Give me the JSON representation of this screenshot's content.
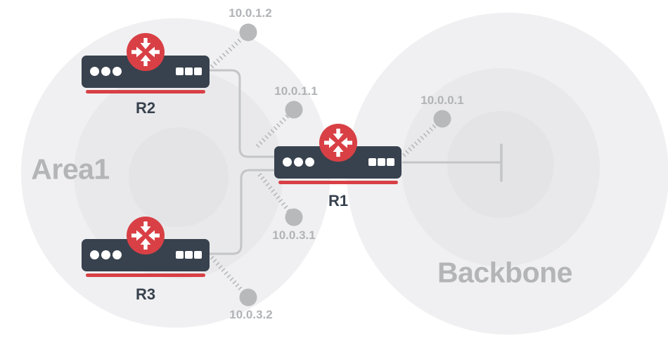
{
  "areas": [
    {
      "id": "area1",
      "label": "Area1"
    },
    {
      "id": "backbone",
      "label": "Backbone"
    }
  ],
  "routers": [
    {
      "id": "r1",
      "label": "R1"
    },
    {
      "id": "r2",
      "label": "R2"
    },
    {
      "id": "r3",
      "label": "R3"
    }
  ],
  "interfaces": [
    {
      "ip": "10.0.1.2",
      "router": "R2"
    },
    {
      "ip": "10.0.1.1",
      "router": "R1"
    },
    {
      "ip": "10.0.3.1",
      "router": "R1"
    },
    {
      "ip": "10.0.3.2",
      "router": "R3"
    },
    {
      "ip": "10.0.0.1",
      "router": "R1"
    }
  ],
  "links": [
    {
      "from": "R2",
      "to": "R1",
      "from_ip": "10.0.1.2",
      "to_ip": "10.0.1.1",
      "style": "solid-elbow"
    },
    {
      "from": "R3",
      "to": "R1",
      "from_ip": "10.0.3.2",
      "to_ip": "10.0.3.1",
      "style": "solid-elbow"
    },
    {
      "from": "R1",
      "to": "backbone-segment",
      "from_ip": "10.0.0.1",
      "style": "solid-with-terminator"
    }
  ],
  "colors": {
    "router_body": "#38424e",
    "accent_red": "#d84045",
    "line_gray": "#c4c5c7",
    "node_gray": "#b7b9bb",
    "ip_label_gray": "#b1b3b6",
    "area_label_gray": "#b4b5b7",
    "circle_outer": "#f0f0f2",
    "circle_mid": "#e9e9eb",
    "circle_inner": "#e4e4e7"
  }
}
